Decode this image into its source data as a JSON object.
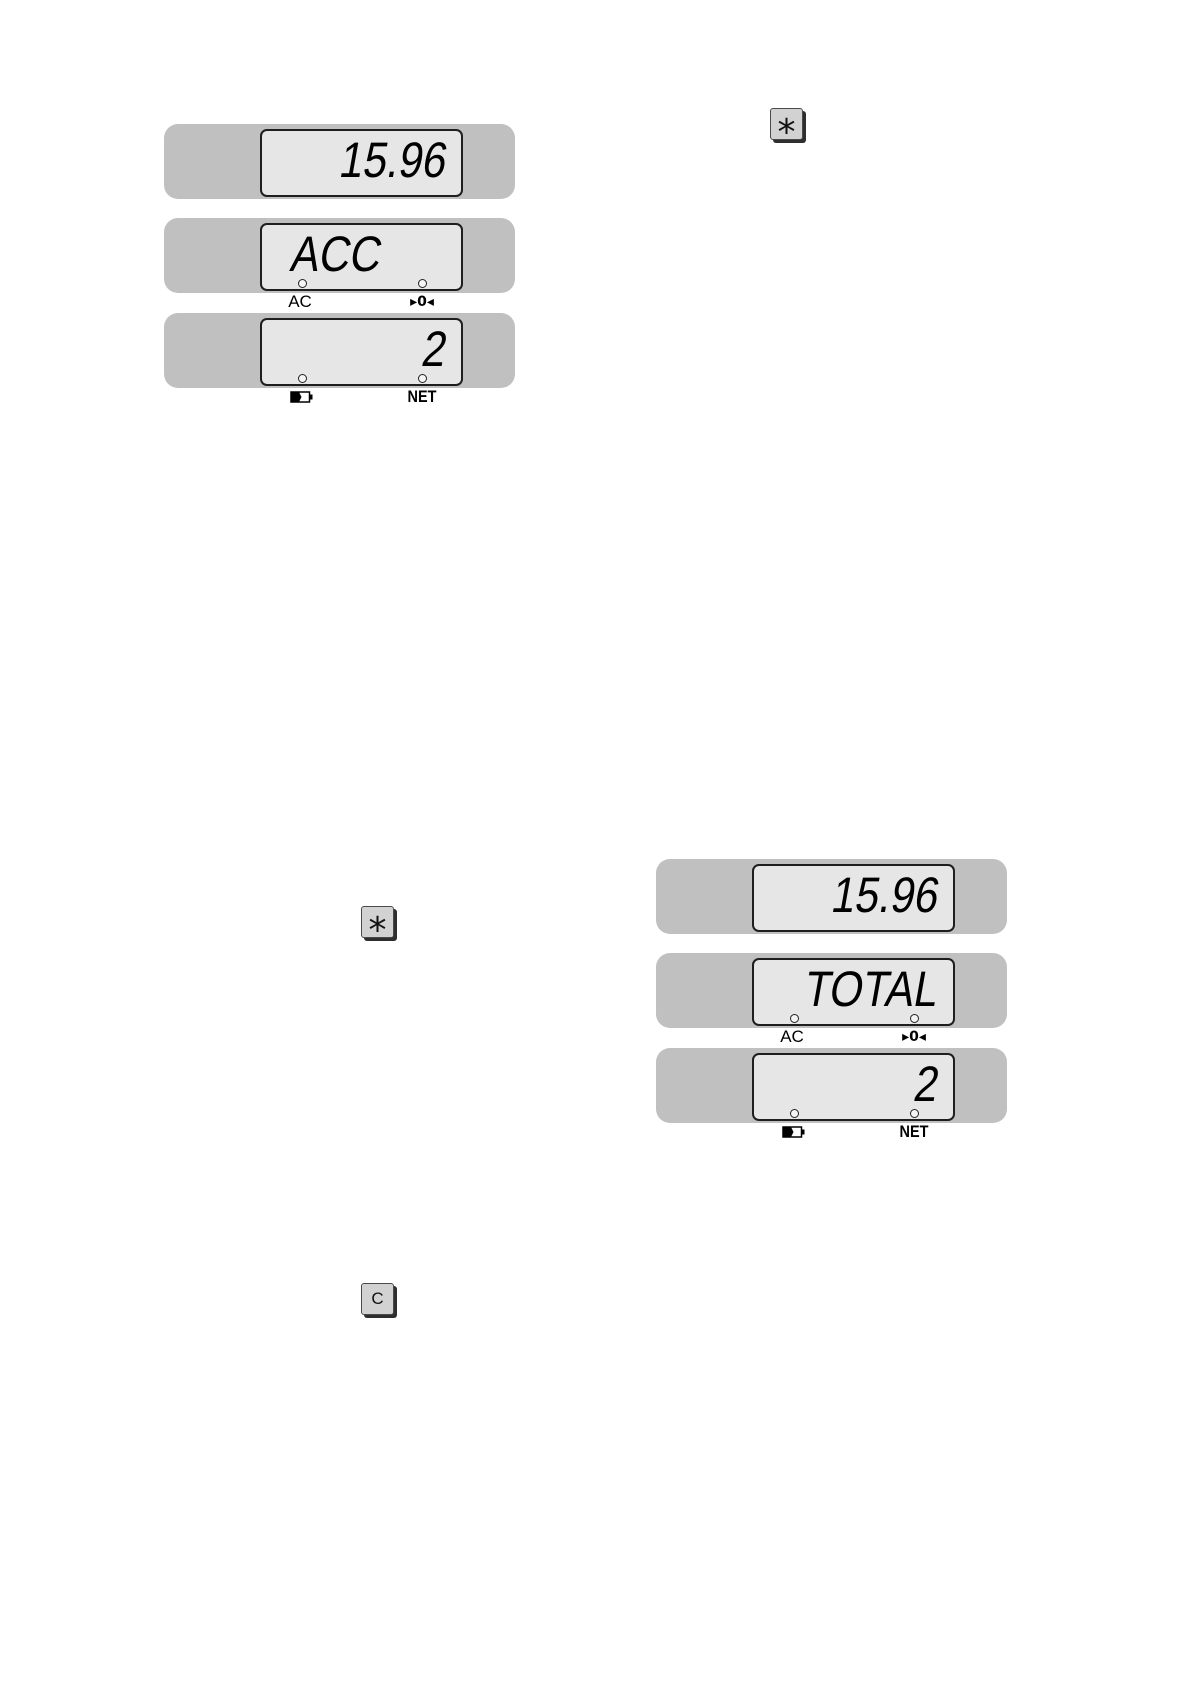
{
  "colors": {
    "page": "#ffffff",
    "panel": "#c0c0c0",
    "lcd": "#e6e6e6",
    "lcd-border": "#1e1e1e",
    "key-face": "#d2d2d2",
    "key-border": "#4a4a4a",
    "key-shadow": "#2e2e2e",
    "ink": "#000000",
    "led": "#f4f4f4"
  },
  "display_acc": {
    "weight": "15.96",
    "mode": "ACC",
    "count": "2",
    "ac_label": "AC",
    "zero_label": "▸0◂",
    "battery_icon": "battery-icon",
    "net_label": "NET",
    "indicators_lit": {
      "ac": false,
      "zero": false,
      "battery": false,
      "net": false
    }
  },
  "top_key": {
    "label": "*",
    "icon": "asterisk-key"
  },
  "middle_key": {
    "label": "*",
    "icon": "asterisk-key"
  },
  "display_total": {
    "weight": "15.96",
    "mode": "TOTAL",
    "count": "2",
    "ac_label": "AC",
    "zero_label": "▸0◂",
    "battery_icon": "battery-icon",
    "net_label": "NET",
    "indicators_lit": {
      "ac": false,
      "zero": false,
      "battery": false,
      "net": false
    }
  },
  "bottom_key": {
    "label": "C",
    "icon": "clear-key"
  }
}
